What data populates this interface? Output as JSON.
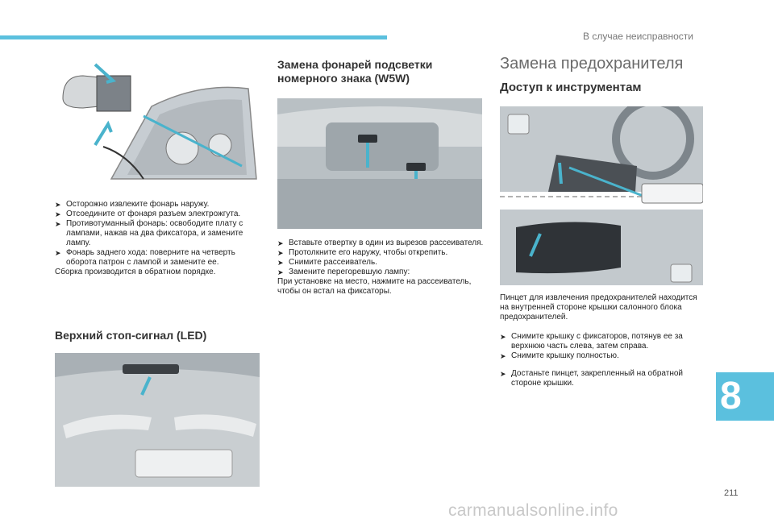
{
  "header": {
    "section_title": "В случае неисправности"
  },
  "chapter": {
    "number": "8"
  },
  "page": {
    "number": "211"
  },
  "watermark": "carmanualsonline.info",
  "colors": {
    "accent": "#5bc0de",
    "arrow": "#4ab3cc"
  },
  "col1": {
    "steps": [
      "Осторожно извлеките фонарь наружу.",
      "Отсоедините от фонаря разъем электрожгута.",
      "Противотуманный фонарь: освободите плату с лампами, нажав на два фиксатора, и замените лампу.",
      "Фонарь заднего хода: поверните на четверть оборота патрон с лампой и замените ее."
    ],
    "note": "Сборка производится в обратном порядке.",
    "brake_light_title": "Верхний стоп-сигнал (LED)"
  },
  "col2": {
    "title_line1": "Замена фонарей подсветки",
    "title_line2": "номерного знака (W5W)",
    "steps": [
      "Вставьте отвертку в один из вырезов рассеивателя.",
      "Протолкните его наружу, чтобы открепить.",
      "Снимите рассеиватель.",
      "Замените перегоревшую лампу:"
    ],
    "note": "При установке на место, нажмите на рассеиватель, чтобы он встал на фиксаторы."
  },
  "col3": {
    "title": "Замена предохранителя",
    "subtitle": "Доступ к инструментам",
    "intro": "Пинцет для извлечения предохранителей находится на внутренней стороне крышки салонного блока предохранителей.",
    "steps_a": [
      "Снимите крышку с фиксаторов, потянув ее за верхнюю часть слева, затем справа.",
      "Снимите крышку полностью."
    ],
    "steps_b": [
      "Достаньте пинцет, закрепленный на обратной стороне крышки."
    ]
  },
  "icons": {
    "bullet": "bullet-icon"
  }
}
